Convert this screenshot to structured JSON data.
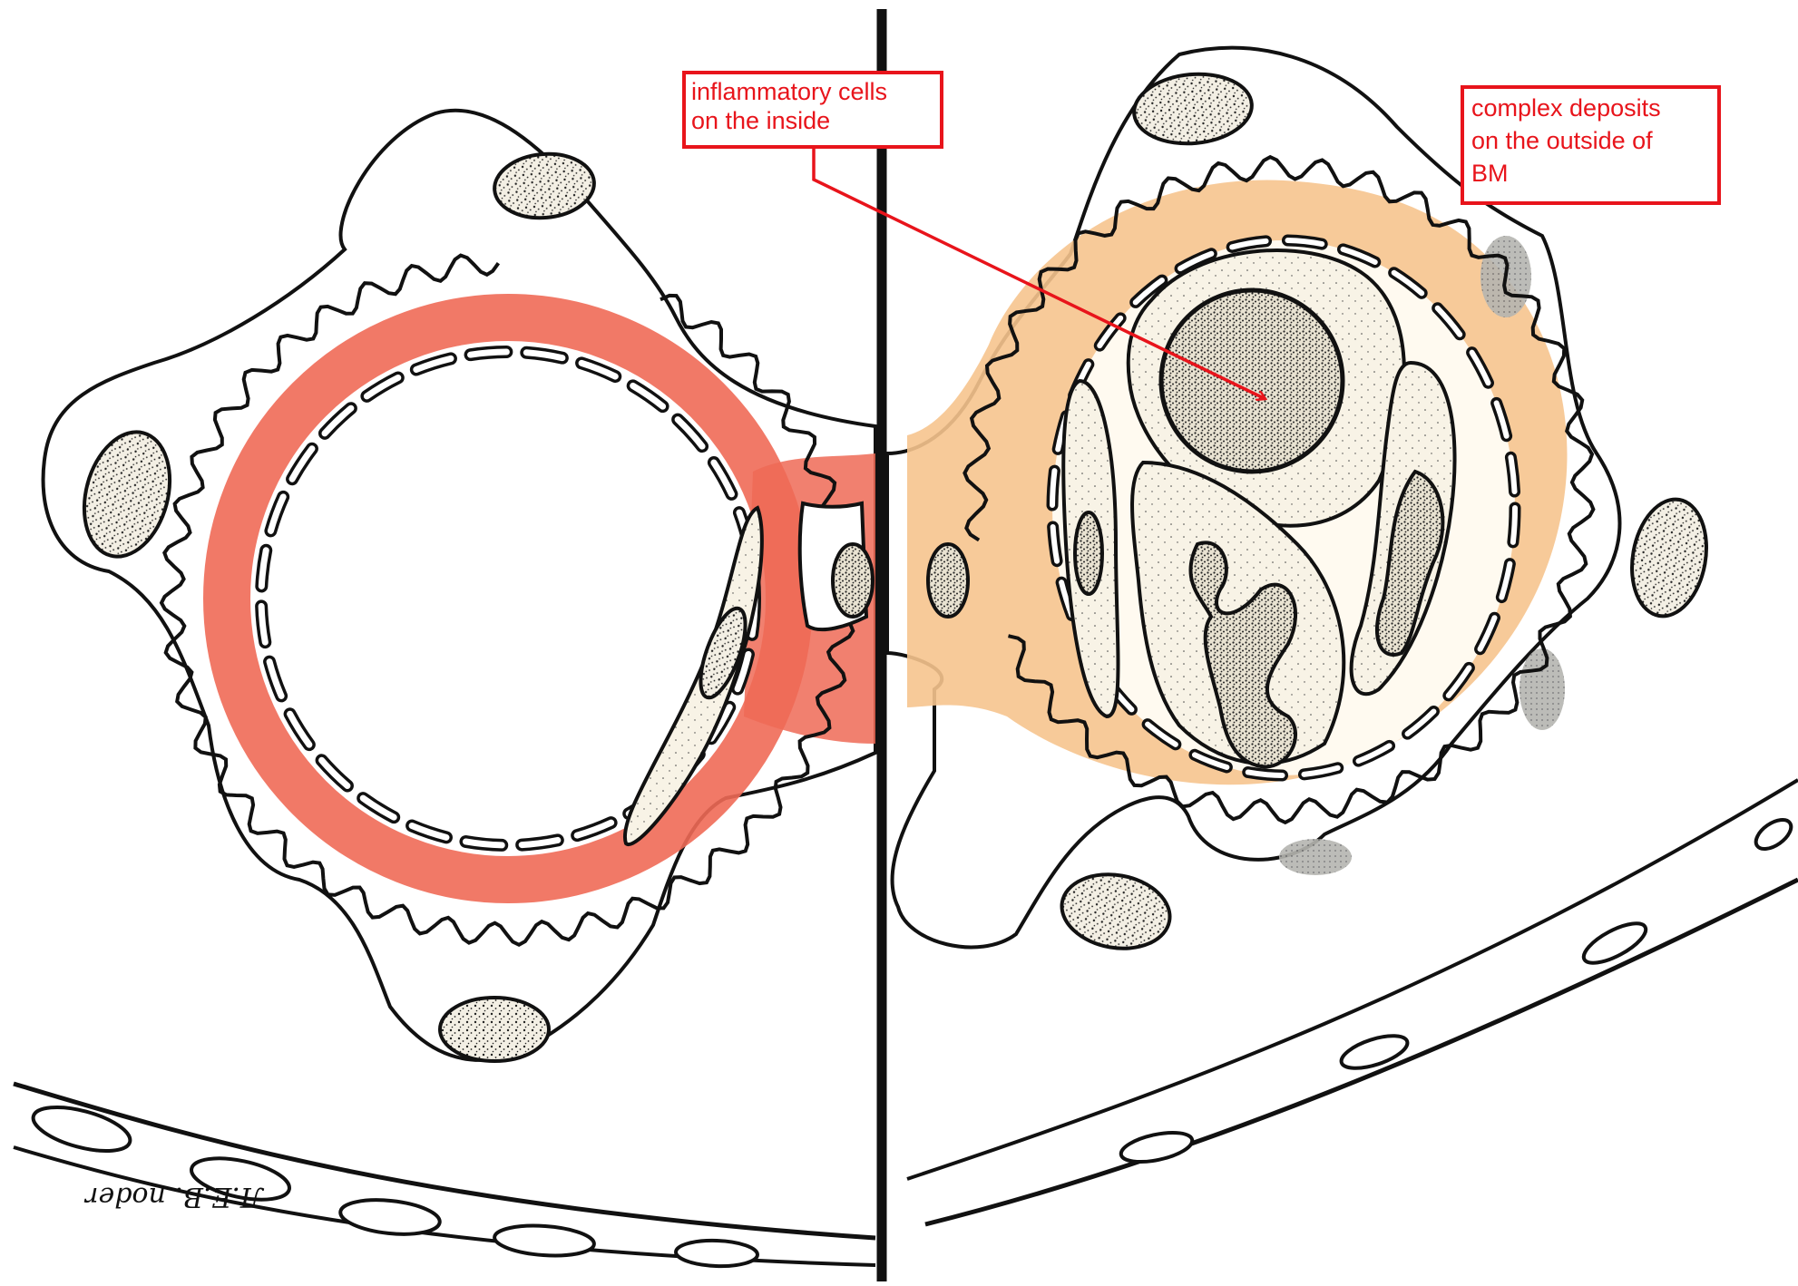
{
  "annotations": {
    "left": {
      "lines": [
        "inflammatory cells",
        "on the inside"
      ]
    },
    "right": {
      "lines": [
        "complex deposits",
        "on the outside of",
        "BM"
      ]
    }
  },
  "signature": "Л.Е.В. noder",
  "colors": {
    "annotation": "#e8141b",
    "left_basement_membrane": "#ef6a56",
    "right_basement_membrane": "#f6c48e",
    "deposit": "#a9a9a9",
    "ink": "#111111",
    "nucleus_fill": "#f3efe4",
    "cytoplasm_fill": "#f8f3e6"
  }
}
